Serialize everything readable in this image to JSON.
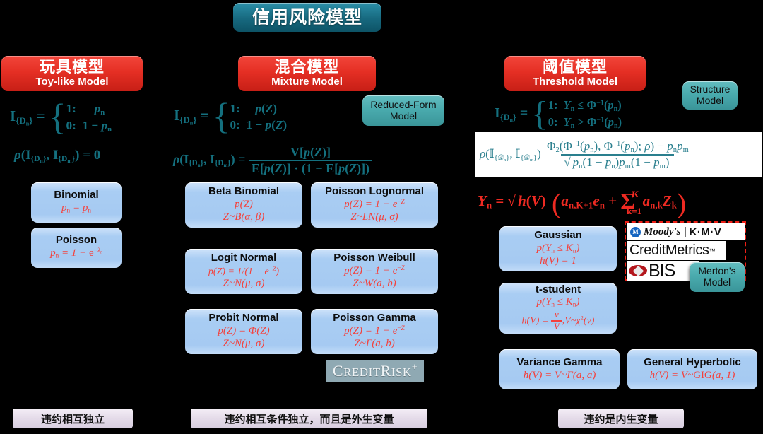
{
  "title": {
    "cn": "信用风险模型"
  },
  "columns": [
    {
      "id": "toy",
      "header_cn": "玩具模型",
      "header_en": "Toy-like Model",
      "indicator_label": "I",
      "indicator_sub": "{D n}",
      "case_true": "1:",
      "case_true_val": "p n",
      "case_false": "0:",
      "case_false_val": "1 − p n",
      "correlation": "ρ( I{Dn} , I{Dm} ) = 0",
      "models": [
        {
          "name": "Binomial",
          "lines": [
            "p n = p n"
          ]
        },
        {
          "name": "Poisson",
          "lines": [
            "p n = 1 − e^(−λ n)"
          ]
        }
      ],
      "summary": "违约相互独立"
    },
    {
      "id": "mixture",
      "header_cn": "混合模型",
      "header_en": "Mixture Model",
      "side_label": "Reduced-Form Model",
      "case_true_val": "p(Z)",
      "case_false_val": "1 − p(Z)",
      "correlation_num": "V[p(Z)]",
      "correlation_den": "E[p(Z)] · (1 − E[p(Z)])",
      "models": [
        {
          "name": "Beta Binomial",
          "lines": [
            "p(Z)",
            "Z~B(α, β)"
          ]
        },
        {
          "name": "Poisson Lognormal",
          "lines": [
            "p(Z) = 1 − e^(−Z)",
            "Z~LN(μ, σ)"
          ]
        },
        {
          "name": "Logit Normal",
          "lines": [
            "p(Z) = 1/(1 + e^(−Z))",
            "Z~N(μ, σ)"
          ]
        },
        {
          "name": "Poisson Weibull",
          "lines": [
            "p(Z) = 1 − e^(−Z)",
            "Z~W(a, b)"
          ]
        },
        {
          "name": "Probit Normal",
          "lines": [
            "p(Z) = Φ(Z)",
            "Z~N(μ, σ)"
          ]
        },
        {
          "name": "Poisson Gamma",
          "lines": [
            "p(Z) = 1 − e^(−Z)",
            "Z~Γ(a, b)"
          ]
        }
      ],
      "logo": "CreditRisk+",
      "summary": "违约相互条件独立，而且是外生变量"
    },
    {
      "id": "threshold",
      "header_cn": "阈值模型",
      "header_en": "Threshold Model",
      "side_label": "Structure Model",
      "case_true_val": "Y n ≤ Φ⁻¹(p n)",
      "case_false_val": "Y n > Φ⁻¹(p n)",
      "correlation_num": "Φ₂(Φ⁻¹(p n), Φ⁻¹(p n); ρ) − p n p m",
      "correlation_den": "√ p n (1 − p n) p m (1 − p m)",
      "factor_formula": "Y n = √h(V) ( a n,K+1 e n + Σ k=1..K a n,k Z k )",
      "models": [
        {
          "name": "Gaussian",
          "lines": [
            "p(Y n ≤ K n)",
            "h(V) = 1"
          ]
        },
        {
          "name": "t-student",
          "lines": [
            "p(Y n ≤ K n)",
            "h(V) = ν/V , V~χ²(ν)"
          ]
        },
        {
          "name": "Variance Gamma",
          "lines": [
            "h(V) = V~Γ(a, a)"
          ]
        },
        {
          "name": "General Hyperbolic",
          "lines": [
            "h(V) = V~GIG(a, 1)"
          ]
        }
      ],
      "vendor_label": "Merton's Model",
      "vendors": [
        "Moody's",
        "K·M·V",
        "CreditMetrics",
        "BIS"
      ],
      "summary": "违约是内生变量"
    }
  ],
  "colors": {
    "background": "#000000",
    "title_teal": "#17697f",
    "header_red": "#e52f24",
    "model_blue": "#a9cdf3",
    "formula_teal": "#14707f",
    "formula_red": "#ee2a22",
    "summary_lavender": "#e4dbe9",
    "side_teal": "#4aabae"
  }
}
